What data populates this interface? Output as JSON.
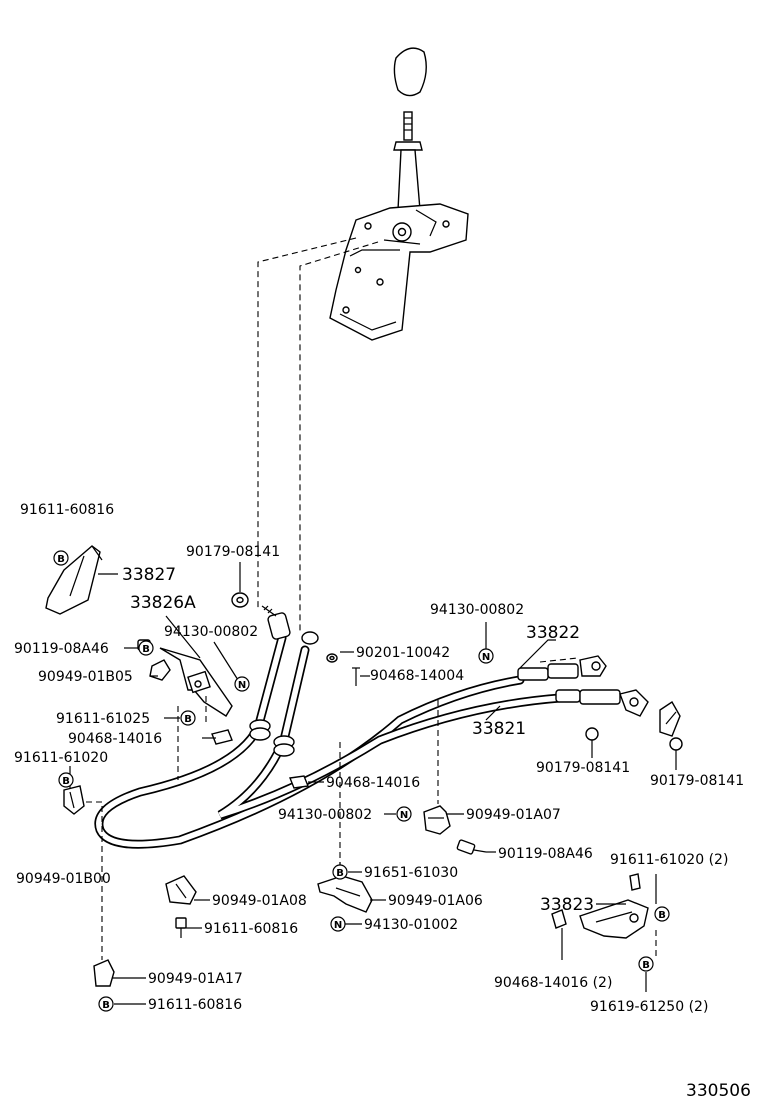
{
  "diagram_id": "330506",
  "symbols": {
    "bolt": "B",
    "nut": "N"
  },
  "labels": {
    "p_91611_60816_top": "91611-60816",
    "p_33827": "33827",
    "p_90179_08141_a": "90179-08141",
    "p_33826A": "33826A",
    "p_94130_00802_a": "94130-00802",
    "p_90119_08A46_a": "90119-08A46",
    "p_90949_01B05": "90949-01B05",
    "p_91611_61025": "91611-61025",
    "p_90468_14016_a": "90468-14016",
    "p_91611_61020_a": "91611-61020",
    "p_90949_01B00": "90949-01B00",
    "p_94130_00802_b": "94130-00802",
    "p_33822": "33822",
    "p_90201_10042": "90201-10042",
    "p_90468_14004": "90468-14004",
    "p_33821": "33821",
    "p_90179_08141_b": "90179-08141",
    "p_90179_08141_c": "90179-08141",
    "p_90468_14016_b": "90468-14016",
    "p_94130_00802_c": "94130-00802",
    "p_90949_01A07": "90949-01A07",
    "p_90119_08A46_b": "90119-08A46",
    "p_91651_61030": "91651-61030",
    "p_90949_01A08": "90949-01A08",
    "p_90949_01A06": "90949-01A06",
    "p_91611_60816_b": "91611-60816",
    "p_94130_01002": "94130-01002",
    "p_91611_61020_2": "91611-61020 (2)",
    "p_33823": "33823",
    "p_90468_14016_2": "90468-14016 (2)",
    "p_91619_61250_2": "91619-61250 (2)",
    "p_90949_01A17": "90949-01A17",
    "p_91611_60816_c": "91611-60816"
  }
}
